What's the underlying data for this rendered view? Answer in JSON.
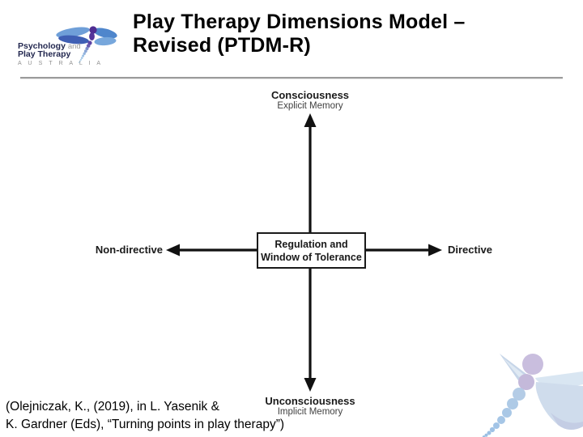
{
  "header": {
    "title_line1": "Play Therapy Dimensions Model –",
    "title_line2": "Revised (PTDM-R)"
  },
  "logo": {
    "icon": "dragonfly-logo-icon",
    "brand_bold": "Psychology",
    "brand_and": "and",
    "brand_line2": "Play Therapy",
    "country": "A U S T R A L I A"
  },
  "diagram": {
    "axis_top": {
      "label": "Consciousness",
      "sublabel": "Explicit Memory"
    },
    "axis_bottom": {
      "label": "Unconsciousness",
      "sublabel": "Implicit Memory"
    },
    "axis_left": {
      "label": "Non-directive"
    },
    "axis_right": {
      "label": "Directive"
    },
    "center_box": {
      "line1": "Regulation and",
      "line2": "Window of Tolerance"
    }
  },
  "citation": {
    "line1": "(Olejniczak, K., (2019), in L. Yasenik &",
    "line2": "K. Gardner (Eds), “Turning points in play therapy”)"
  },
  "decoration": {
    "icon": "dragonfly-watermark-icon"
  },
  "colors": {
    "arrow": "#111111",
    "divider": "#9b9b9b",
    "logo_navy": "#232850",
    "logo_purple": "#4f2d92",
    "logo_blue_dark": "#3f5fb4",
    "logo_blue_light": "#77a7dc",
    "watermark_lavender": "#c9bede",
    "watermark_blue": "#aecae6",
    "watermark_wing": "#cfdcec"
  }
}
